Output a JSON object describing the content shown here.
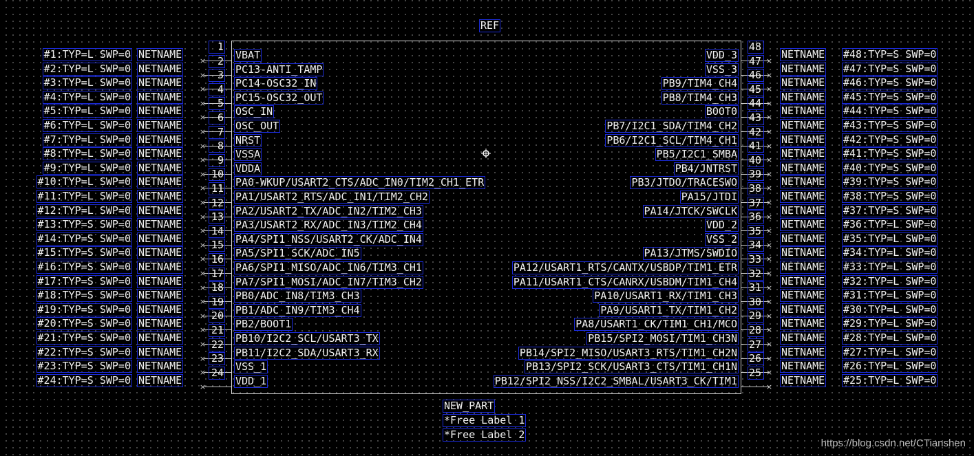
{
  "ref_label": "REF",
  "part_labels": [
    "NEW_PART",
    "*Free Label 1",
    "*Free Label 2"
  ],
  "left_pins": [
    {
      "num": "1",
      "name": "VBAT",
      "net": "NETNAME",
      "attr": "#1:TYP=L SWP=0"
    },
    {
      "num": "2",
      "name": "PC13-ANTI_TAMP",
      "net": "NETNAME",
      "attr": "#2:TYP=L SWP=0"
    },
    {
      "num": "3",
      "name": "PC14-OSC32_IN",
      "net": "NETNAME",
      "attr": "#3:TYP=L SWP=0"
    },
    {
      "num": "4",
      "name": "PC15-OSC32_OUT",
      "net": "NETNAME",
      "attr": "#4:TYP=L SWP=0"
    },
    {
      "num": "5",
      "name": "OSC_IN",
      "net": "NETNAME",
      "attr": "#5:TYP=L SWP=0"
    },
    {
      "num": "6",
      "name": "OSC_OUT",
      "net": "NETNAME",
      "attr": "#6:TYP=L SWP=0"
    },
    {
      "num": "7",
      "name": "NRST",
      "net": "NETNAME",
      "attr": "#7:TYP=L SWP=0"
    },
    {
      "num": "8",
      "name": "VSSA",
      "net": "NETNAME",
      "attr": "#8:TYP=L SWP=0"
    },
    {
      "num": "9",
      "name": "VDDA",
      "net": "NETNAME",
      "attr": "#9:TYP=L SWP=0"
    },
    {
      "num": "10",
      "name": "PA0-WKUP/USART2_CTS/ADC_IN0/TIM2_CH1_ETR",
      "net": "NETNAME",
      "attr": "#10:TYP=L SWP=0"
    },
    {
      "num": "11",
      "name": "PA1/USART2_RTS/ADC_IN1/TIM2_CH2",
      "net": "NETNAME",
      "attr": "#11:TYP=L SWP=0"
    },
    {
      "num": "12",
      "name": "PA2/USART2_TX/ADC_IN2/TIM2_CH3",
      "net": "NETNAME",
      "attr": "#12:TYP=L SWP=0"
    },
    {
      "num": "13",
      "name": "PA3/USART2_RX/ADC_IN3/TIM2_CH4",
      "net": "NETNAME",
      "attr": "#13:TYP=S SWP=0"
    },
    {
      "num": "14",
      "name": "PA4/SPI1_NSS/USART2_CK/ADC_IN4",
      "net": "NETNAME",
      "attr": "#14:TYP=S SWP=0"
    },
    {
      "num": "15",
      "name": "PA5/SPI1_SCK/ADC_IN5",
      "net": "NETNAME",
      "attr": "#15:TYP=S SWP=0"
    },
    {
      "num": "16",
      "name": "PA6/SPI1_MISO/ADC_IN6/TIM3_CH1",
      "net": "NETNAME",
      "attr": "#16:TYP=S SWP=0"
    },
    {
      "num": "17",
      "name": "PA7/SPI1_MOSI/ADC_IN7/TIM3_CH2",
      "net": "NETNAME",
      "attr": "#17:TYP=S SWP=0"
    },
    {
      "num": "18",
      "name": "PB0/ADC_IN8/TIM3_CH3",
      "net": "NETNAME",
      "attr": "#18:TYP=S SWP=0"
    },
    {
      "num": "19",
      "name": "PB1/ADC_IN9/TIM3_CH4",
      "net": "NETNAME",
      "attr": "#19:TYP=S SWP=0"
    },
    {
      "num": "20",
      "name": "PB2/BOOT1",
      "net": "NETNAME",
      "attr": "#20:TYP=S SWP=0"
    },
    {
      "num": "21",
      "name": "PB10/I2C2_SCL/USART3_TX",
      "net": "NETNAME",
      "attr": "#21:TYP=S SWP=0"
    },
    {
      "num": "22",
      "name": "PB11/I2C2_SDA/USART3_RX",
      "net": "NETNAME",
      "attr": "#22:TYP=S SWP=0"
    },
    {
      "num": "23",
      "name": "VSS_1",
      "net": "NETNAME",
      "attr": "#23:TYP=S SWP=0"
    },
    {
      "num": "24",
      "name": "VDD_1",
      "net": "NETNAME",
      "attr": "#24:TYP=S SWP=0"
    }
  ],
  "right_pins": [
    {
      "num": "48",
      "name": "VDD_3",
      "net": "NETNAME",
      "attr": "#48:TYP=S SWP=0"
    },
    {
      "num": "47",
      "name": "VSS_3",
      "net": "NETNAME",
      "attr": "#47:TYP=S SWP=0"
    },
    {
      "num": "46",
      "name": "PB9/TIM4_CH4",
      "net": "NETNAME",
      "attr": "#46:TYP=S SWP=0"
    },
    {
      "num": "45",
      "name": "PB8/TIM4_CH3",
      "net": "NETNAME",
      "attr": "#45:TYP=S SWP=0"
    },
    {
      "num": "44",
      "name": "BOOT0",
      "net": "NETNAME",
      "attr": "#44:TYP=S SWP=0"
    },
    {
      "num": "43",
      "name": "PB7/I2C1_SDA/TIM4_CH2",
      "net": "NETNAME",
      "attr": "#43:TYP=S SWP=0"
    },
    {
      "num": "42",
      "name": "PB6/I2C1_SCL/TIM4_CH1",
      "net": "NETNAME",
      "attr": "#42:TYP=S SWP=0"
    },
    {
      "num": "41",
      "name": "PB5/I2C1_SMBA",
      "net": "NETNAME",
      "attr": "#41:TYP=S SWP=0"
    },
    {
      "num": "40",
      "name": "PB4/JNTRST",
      "net": "NETNAME",
      "attr": "#40:TYP=S SWP=0"
    },
    {
      "num": "39",
      "name": "PB3/JTDO/TRACESWO",
      "net": "NETNAME",
      "attr": "#39:TYP=S SWP=0"
    },
    {
      "num": "38",
      "name": "PA15/JTDI",
      "net": "NETNAME",
      "attr": "#38:TYP=S SWP=0"
    },
    {
      "num": "37",
      "name": "PA14/JTCK/SWCLK",
      "net": "NETNAME",
      "attr": "#37:TYP=S SWP=0"
    },
    {
      "num": "36",
      "name": "VDD_2",
      "net": "NETNAME",
      "attr": "#36:TYP=L SWP=0"
    },
    {
      "num": "35",
      "name": "VSS_2",
      "net": "NETNAME",
      "attr": "#35:TYP=L SWP=0"
    },
    {
      "num": "34",
      "name": "PA13/JTMS/SWDIO",
      "net": "NETNAME",
      "attr": "#34:TYP=L SWP=0"
    },
    {
      "num": "33",
      "name": "PA12/USART1_RTS/CANTX/USBDP/TIM1_ETR",
      "net": "NETNAME",
      "attr": "#33:TYP=L SWP=0"
    },
    {
      "num": "32",
      "name": "PA11/USART1_CTS/CANRX/USBDM/TIM1_CH4",
      "net": "NETNAME",
      "attr": "#32:TYP=L SWP=0"
    },
    {
      "num": "31",
      "name": "PA10/USART1_RX/TIM1_CH3",
      "net": "NETNAME",
      "attr": "#31:TYP=L SWP=0"
    },
    {
      "num": "30",
      "name": "PA9/USART1_TX/TIM1_CH2",
      "net": "NETNAME",
      "attr": "#30:TYP=L SWP=0"
    },
    {
      "num": "29",
      "name": "PA8/USART1_CK/TIM1_CH1/MCO",
      "net": "NETNAME",
      "attr": "#29:TYP=L SWP=0"
    },
    {
      "num": "28",
      "name": "PB15/SPI2_MOSI/TIM1_CH3N",
      "net": "NETNAME",
      "attr": "#28:TYP=L SWP=0"
    },
    {
      "num": "27",
      "name": "PB14/SPI2_MISO/USART3_RTS/TIM1_CH2N",
      "net": "NETNAME",
      "attr": "#27:TYP=L SWP=0"
    },
    {
      "num": "26",
      "name": "PB13/SPI2_SCK/USART3_CTS/TIM1_CH1N",
      "net": "NETNAME",
      "attr": "#26:TYP=L SWP=0"
    },
    {
      "num": "25",
      "name": "PB12/SPI2_NSS/I2C2_SMBAL/USART3_CK/TIM1",
      "net": "NETNAME",
      "attr": "#25:TYP=L SWP=0"
    }
  ],
  "watermark": "https://blog.csdn.net/CTianshen",
  "colors": {
    "background": "#000000",
    "label_border": "#1a2ad6",
    "text": "#f0f0f0",
    "grid_dot": "#5a5a5a",
    "outline": "#d8d8d8"
  }
}
